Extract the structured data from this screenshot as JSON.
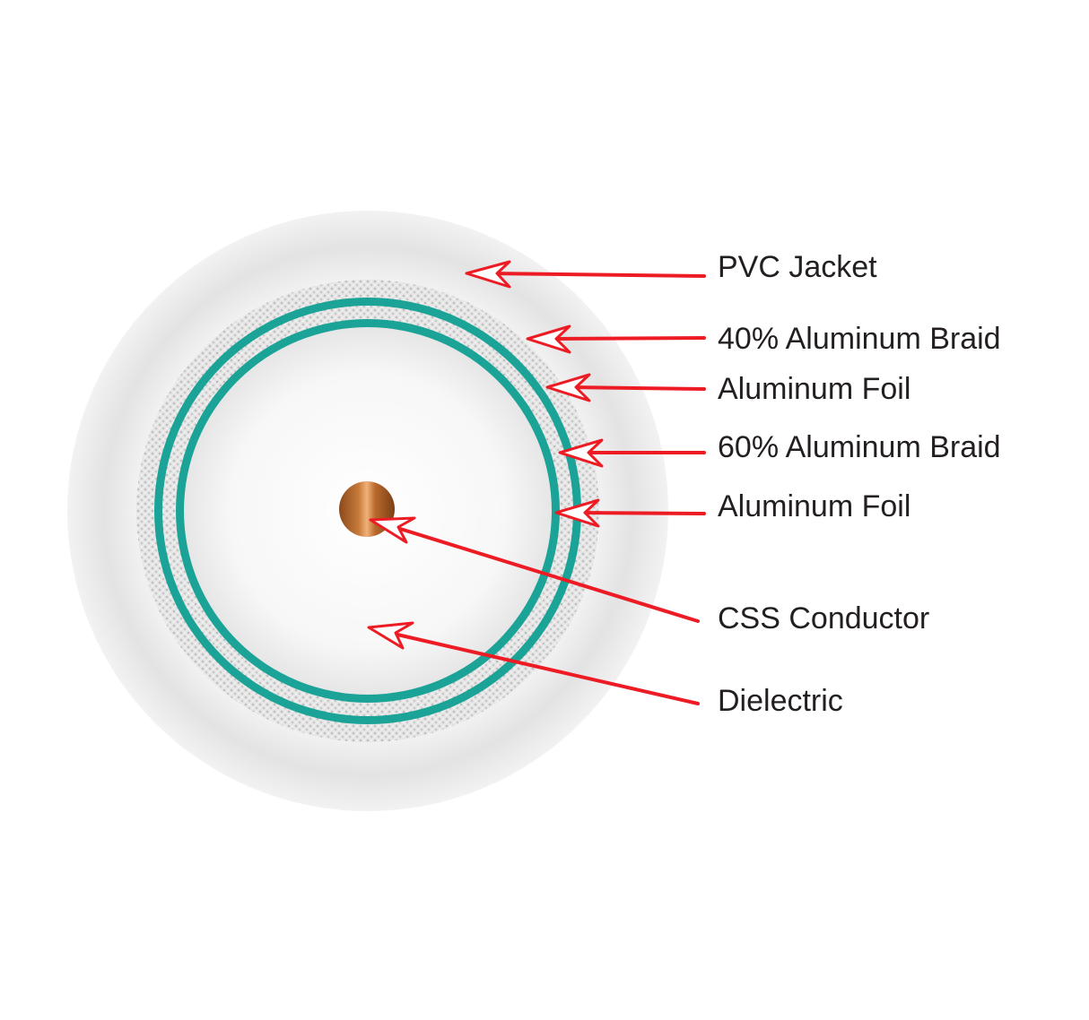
{
  "diagram": {
    "layers": [
      {
        "id": "pvc-jacket",
        "label": "PVC Jacket"
      },
      {
        "id": "braid-40",
        "label": "40% Aluminum Braid"
      },
      {
        "id": "foil-outer",
        "label": "Aluminum Foil"
      },
      {
        "id": "braid-60",
        "label": "60% Aluminum Braid"
      },
      {
        "id": "foil-inner",
        "label": "Aluminum Foil"
      },
      {
        "id": "conductor",
        "label": "CSS Conductor"
      },
      {
        "id": "dielectric",
        "label": "Dielectric"
      }
    ],
    "colors": {
      "jacket": "#efefef",
      "braid": "#d9d9d9",
      "foil": "#1aa396",
      "dielectric": "#f2f2f2",
      "conductor": "#b5651d",
      "arrow": "#ed1c24",
      "label": "#231f20"
    }
  }
}
